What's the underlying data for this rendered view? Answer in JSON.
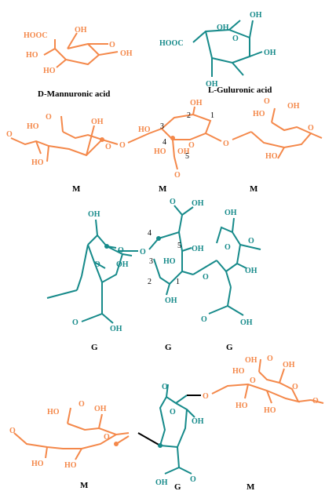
{
  "colors": {
    "mannuronic": "#F4884A",
    "guluronic": "#168A8A",
    "text": "#000000"
  },
  "monomers": {
    "mannuronic": {
      "name": "D-Mannuronic acid",
      "labels": [
        "HOOC",
        "HO",
        "HO",
        "OH",
        "O",
        "OH"
      ]
    },
    "guluronic": {
      "name": "L-Guluronic acid",
      "labels": [
        "HOOC",
        "OH",
        "O",
        "OH",
        "OH",
        "OH"
      ]
    }
  },
  "chains": {
    "mmm": {
      "residues": [
        "M",
        "M",
        "M"
      ],
      "labels": [
        "O",
        "HO",
        "OH",
        "O",
        "O",
        "HO",
        "HO",
        "OH",
        "O",
        "HO",
        "OH",
        "O",
        "O",
        "O",
        "HO",
        "HO",
        "OH",
        "O",
        "O"
      ],
      "numbers": [
        "1",
        "2",
        "3",
        "4",
        "5"
      ]
    },
    "ggg": {
      "residues": [
        "G",
        "G",
        "G"
      ],
      "labels": [
        "OH",
        "O",
        "O",
        "OH",
        "O",
        "O",
        "OH",
        "OH",
        "O",
        "OH",
        "HO",
        "OH",
        "O",
        "OH",
        "O",
        "O",
        "OH",
        "O",
        "OH"
      ],
      "numbers": [
        "4",
        "5",
        "3",
        "2",
        "1"
      ]
    },
    "mgm": {
      "residues": [
        "M",
        "G",
        "M"
      ],
      "labels": [
        "O",
        "HO",
        "OH",
        "O",
        "O",
        "HO",
        "HO",
        "O",
        "OH",
        "O",
        "OH",
        "O",
        "O",
        "OH",
        "O",
        "HO",
        "OH",
        "HO",
        "HO",
        "O",
        "O",
        "O"
      ]
    }
  }
}
